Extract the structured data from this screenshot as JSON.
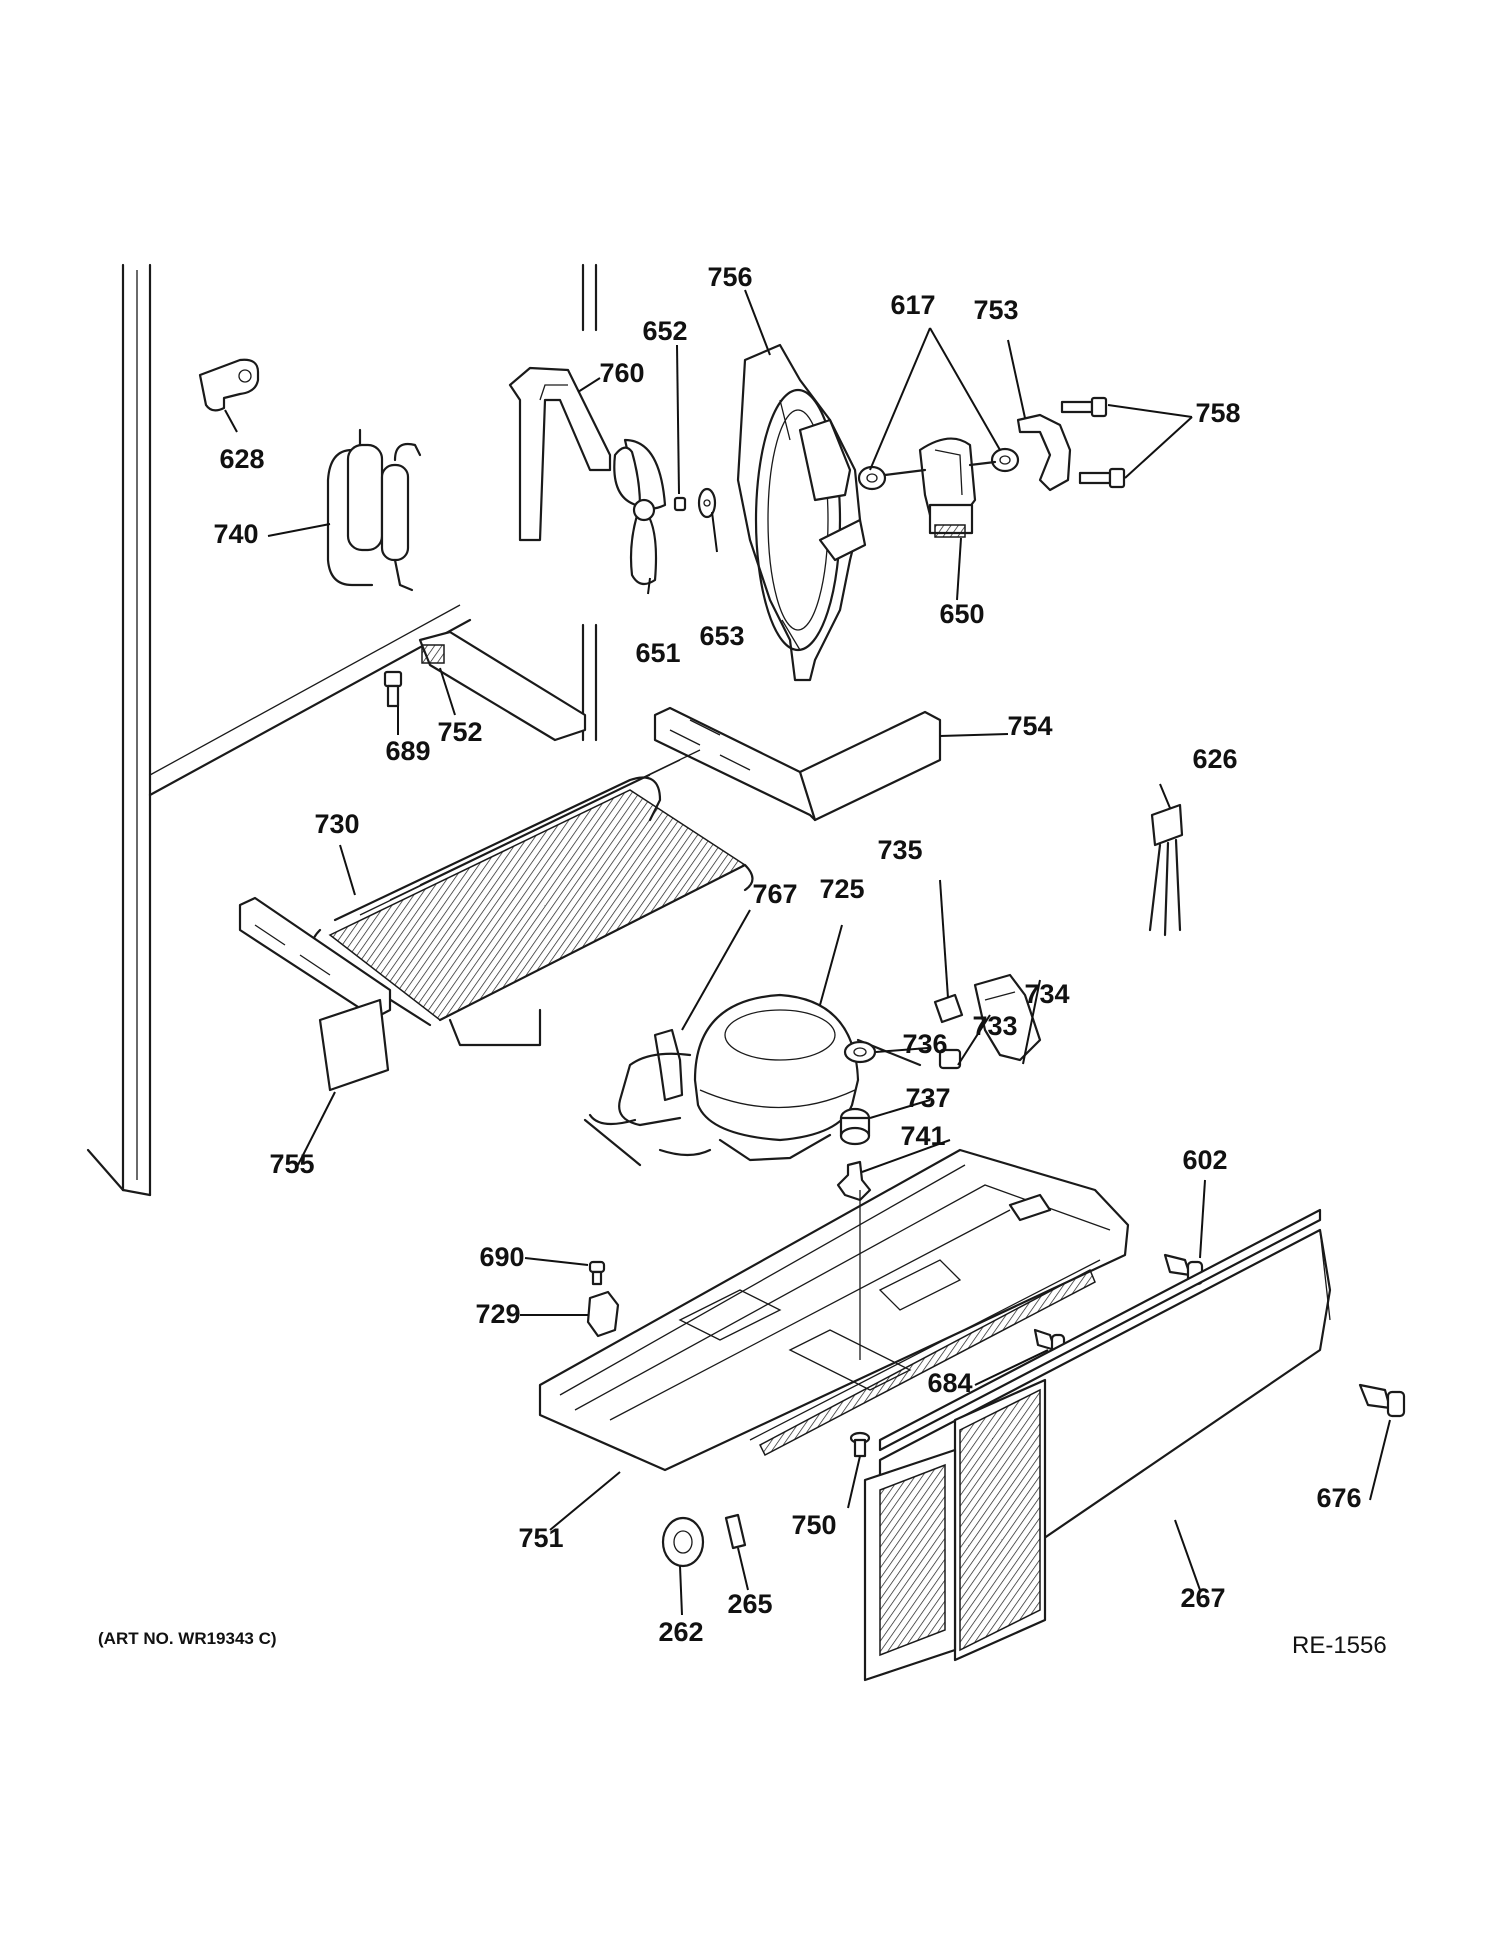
{
  "labels": {
    "l628": "628",
    "l740": "740",
    "l760": "760",
    "l652": "652",
    "l651": "651",
    "l653": "653",
    "l756": "756",
    "l617": "617",
    "l753": "753",
    "l758": "758",
    "l650": "650",
    "l689": "689",
    "l752": "752",
    "l754": "754",
    "l626": "626",
    "l730": "730",
    "l735": "735",
    "l767": "767",
    "l725": "725",
    "l734": "734",
    "l733": "733",
    "l736": "736",
    "l737": "737",
    "l741": "741",
    "l755": "755",
    "l602": "602",
    "l690": "690",
    "l729": "729",
    "l684": "684",
    "l676": "676",
    "l751": "751",
    "l750": "750",
    "l262": "262",
    "l265": "265",
    "l267": "267"
  },
  "art_number": "(ART NO. WR19343 C)",
  "reference": "RE-1556"
}
